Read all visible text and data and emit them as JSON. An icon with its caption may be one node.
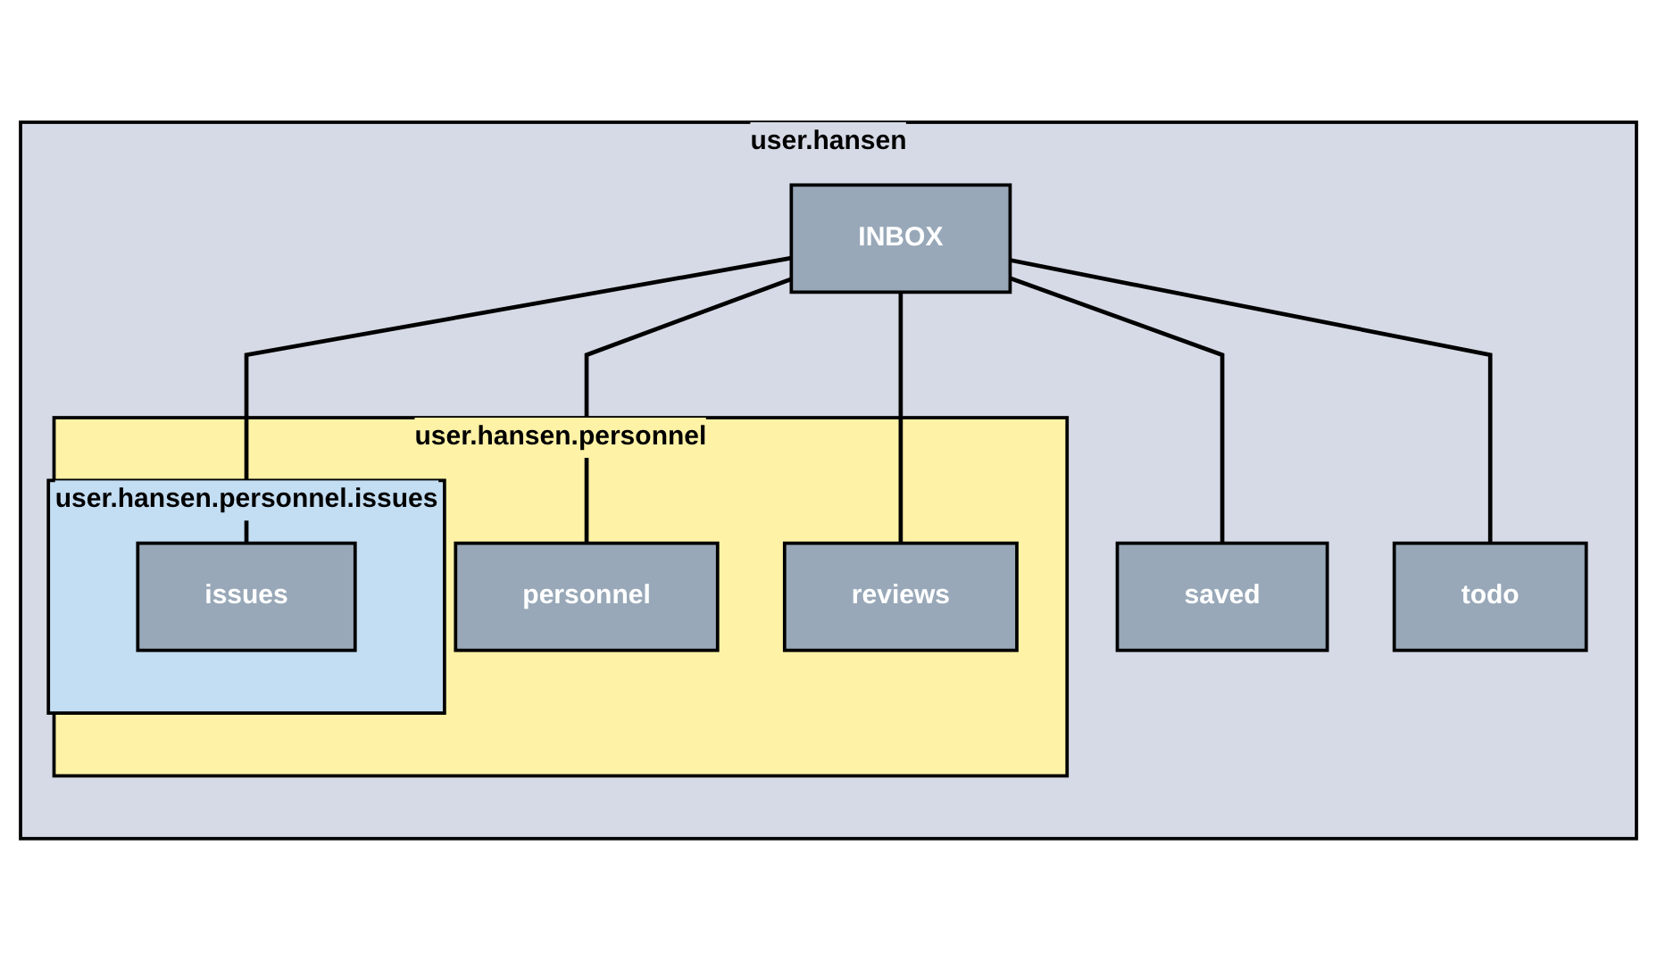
{
  "diagram": {
    "nodes": [
      {
        "text": [
          "user.hansen"
        ]
      },
      {
        "text": [
          "INBOX"
        ],
        "in": 0
      },
      {
        "text": [
          "saved"
        ],
        "in": 0
      },
      {
        "text": [
          "todo"
        ],
        "in": 0
      },
      {
        "text": [
          "user.hansen.personnel"
        ],
        "in": 0
      },
      {
        "text": [
          "personnel"
        ],
        "in": 4
      },
      {
        "text": [
          "reviews"
        ],
        "in": 4
      },
      {
        "text": [
          "user.hansen.personnel.issues"
        ],
        "in": 4
      },
      {
        "text": [
          "issues"
        ],
        "in": 7
      }
    ],
    "edges": [
      {
        "from": 1,
        "to": 2,
        "arrow": "none"
      },
      {
        "from": 1,
        "to": 3,
        "arrow": "none"
      },
      {
        "from": 1,
        "to": 5,
        "arrow": "none"
      },
      {
        "from": 1,
        "to": 6,
        "arrow": "none"
      },
      {
        "from": 1,
        "to": 8,
        "arrow": "none"
      }
    ]
  }
}
